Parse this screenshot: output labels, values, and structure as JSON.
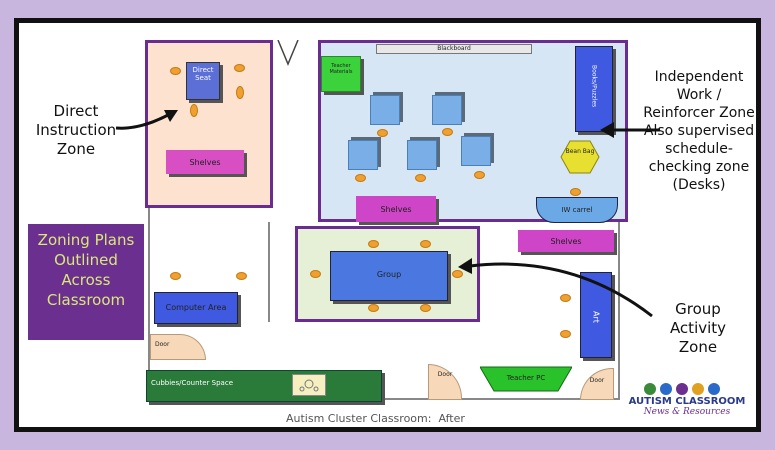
{
  "callouts": {
    "direct": "Direct Instruction Zone",
    "independent": "Independent Work / Reinforcer Zone Also supervised schedule-checking zone (Desks)",
    "group": "Group Activity Zone"
  },
  "title_box": "Zoning Plans Outlined Across Classroom",
  "rooms": {
    "direct_seat": "Direct Seat",
    "shelves_1": "Shelves",
    "blackboard": "Blackboard",
    "teacher_materials": "Teacher Materials",
    "books_puzzles": "Books/Puzzles",
    "bean_bag": "Bean Bag",
    "shelves_2": "Shelves",
    "iw_carrel": "IW carrel",
    "shelves_3": "Shelves",
    "group": "Group",
    "computer_area": "Computer Area",
    "art": "Art",
    "door_1": "Door",
    "door_2": "Door",
    "door_3": "Door",
    "cubbies": "Cubbies/Counter Space",
    "teacher_pc": "Teacher PC"
  },
  "caption": "Autism Cluster Classroom:  After",
  "logo": {
    "line1": "AUTISM CLASSROOM",
    "line2": "News & Resources"
  },
  "colors": {
    "zone_outline": "#6a2c91",
    "background": "#c8b6de",
    "title_box": "#6b2f8f",
    "title_text": "#d9e87a"
  }
}
